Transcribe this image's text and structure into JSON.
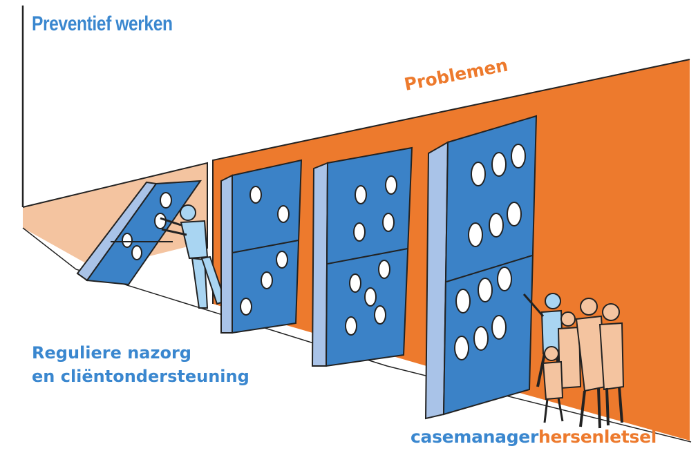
{
  "title": "Preventief werken",
  "problems_label": "Problemen",
  "bottom_label": {
    "line1": "Reguliere nazorg",
    "line2": "en cliëntondersteuning"
  },
  "brand": {
    "part1": "casemanager",
    "part2": "hersenletsel"
  },
  "colors": {
    "blue_text": "#3a87cf",
    "orange": "#ed7a2d",
    "peach": "#f4c4a0",
    "domino_face": "#3b82c7",
    "domino_side": "#a9c3e8",
    "outline": "#222222"
  },
  "icons": [
    "domino-icon",
    "person-pushing-icon",
    "family-group-icon"
  ]
}
